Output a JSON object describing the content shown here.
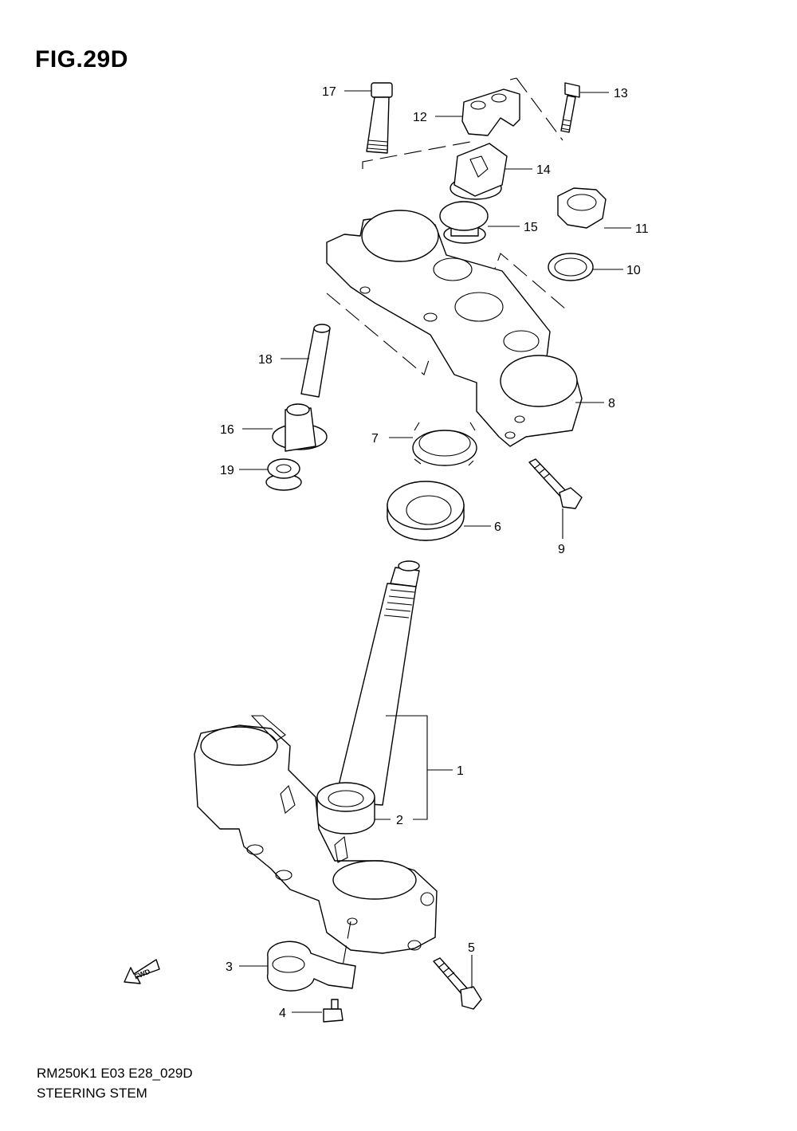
{
  "figure": {
    "title": "FIG.29D",
    "code": "RM250K1 E03 E28_029D",
    "name": "STEERING STEM",
    "direction_label": "FWD"
  },
  "callouts": [
    "1",
    "2",
    "3",
    "4",
    "5",
    "6",
    "7",
    "8",
    "9",
    "10",
    "11",
    "12",
    "13",
    "14",
    "15",
    "16",
    "17",
    "18",
    "19"
  ]
}
